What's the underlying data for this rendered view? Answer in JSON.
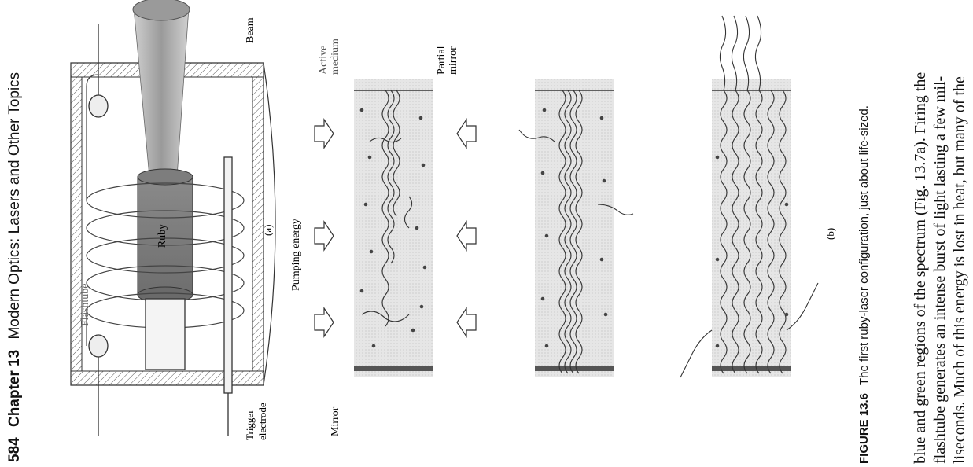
{
  "header": {
    "page_number": "584",
    "chapter": "Chapter 13",
    "title": "Modern Optics: Lasers and Other Topics"
  },
  "figure_a": {
    "labels": {
      "beam": "Beam",
      "ruby": "Ruby",
      "flashtube": "Flashtube",
      "trigger": "Trigger",
      "electrode": "electrode",
      "panel": "(a)"
    }
  },
  "figure_b": {
    "labels": {
      "active": "Active",
      "medium": "medium",
      "partial": "Partial",
      "mirror_p": "mirror",
      "pumping": "Pumping energy",
      "mirror": "Mirror",
      "panel": "(b)"
    }
  },
  "caption": {
    "label": "FIGURE 13.6",
    "text": "The first ruby-laser configuration, just about life-sized."
  },
  "body_text": {
    "line1": "blue and green regions of the spectrum (Fig. 13.7a). Firing the",
    "line2": "flashtube generates an intense burst of light lasting a few mil-",
    "line3": "liseconds. Much of this energy is lost in heat, but many of the"
  }
}
